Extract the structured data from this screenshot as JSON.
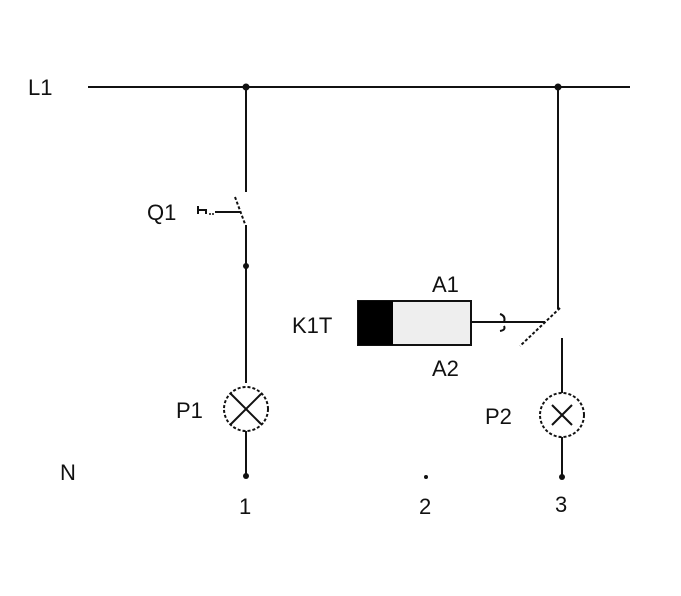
{
  "diagram": {
    "type": "circuit-schematic",
    "supply": {
      "phase_label": "L1",
      "neutral_label": "N"
    },
    "components": {
      "q1": {
        "label": "Q1",
        "kind": "manual pushbutton switch (normally open)"
      },
      "k1t": {
        "label": "K1T",
        "kind": "time relay coil",
        "terminal_top": "A1",
        "terminal_bottom": "A2"
      },
      "p1": {
        "label": "P1",
        "kind": "lamp"
      },
      "p2": {
        "label": "P2",
        "kind": "lamp"
      }
    },
    "terminals": [
      "1",
      "2",
      "3"
    ],
    "colors": {
      "line": "#111111",
      "coil_fill": "#eeeeee",
      "coil_block": "#000000",
      "lamp_fill": "#eeeeee"
    }
  }
}
